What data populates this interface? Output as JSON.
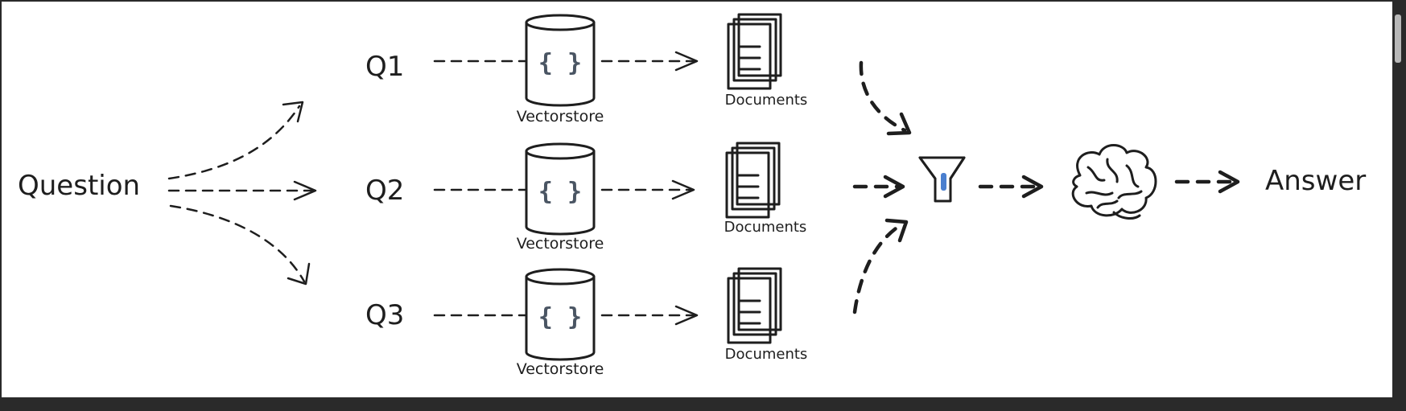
{
  "diagram": {
    "input_label": "Question",
    "queries": [
      {
        "label": "Q1",
        "store_label": "Vectorstore",
        "docs_label": "Documents"
      },
      {
        "label": "Q2",
        "store_label": "Vectorstore",
        "docs_label": "Documents"
      },
      {
        "label": "Q3",
        "store_label": "Vectorstore",
        "docs_label": "Documents"
      }
    ],
    "store_glyph": "{ }",
    "output_label": "Answer",
    "icons": {
      "store": "database-cylinder-icon",
      "docs": "document-stack-icon",
      "filter": "funnel-filter-icon",
      "llm": "brain-icon"
    },
    "colors": {
      "background": "#ffffff",
      "frame": "#2a2a2a",
      "ink": "#1e1e1e",
      "glyph": "#4a5563",
      "filter_accent": "#4a7fcf"
    }
  }
}
